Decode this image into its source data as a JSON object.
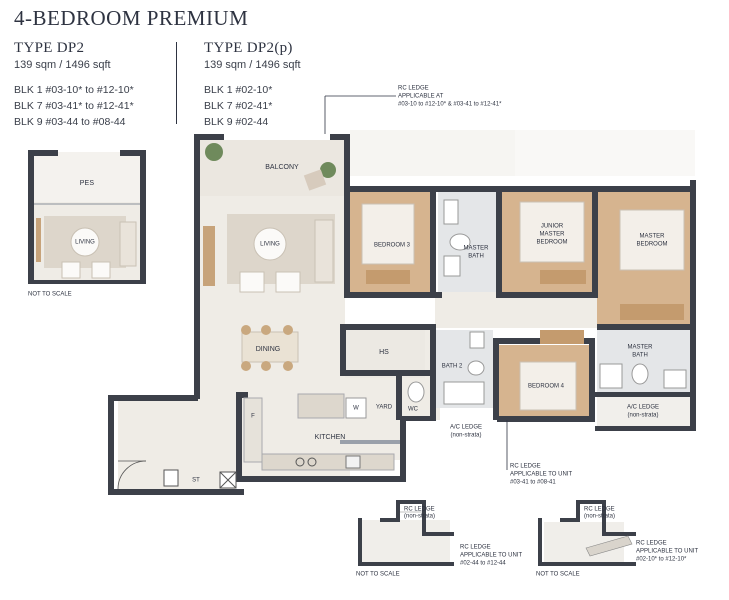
{
  "title": "4-BEDROOM PREMIUM",
  "types": [
    {
      "name": "TYPE DP2",
      "area": "139 sqm / 1496 sqft",
      "blocks": [
        "BLK 1 #03-10* to #12-10*",
        "BLK 7 #03-41* to #12-41*",
        "BLK 9 #03-44 to #08-44"
      ]
    },
    {
      "name": "TYPE DP2(p)",
      "area": "139 sqm / 1496 sqft",
      "blocks": [
        "BLK 1 #02-10*",
        "BLK 7 #02-41*",
        "BLK 9 #02-44"
      ]
    }
  ],
  "inset_pes": {
    "pes_label": "PES",
    "living_label": "LIVING",
    "note": "NOT TO SCALE"
  },
  "rc_ledge_top": {
    "line1": "RC LEDGE",
    "line2": "APPLICABLE AT",
    "line3": "#03-10 to #12-10* & #03-41 to #12-41*"
  },
  "rooms": {
    "balcony": "BALCONY",
    "living": "LIVING",
    "dining": "DINING",
    "kitchen": "KITCHEN",
    "bedroom3": "BEDROOM 3",
    "master_bath_1": "MASTER",
    "master_bath_2": "BATH",
    "junior_1": "JUNIOR",
    "junior_2": "MASTER",
    "junior_3": "BEDROOM",
    "master_bed_1": "MASTER",
    "master_bed_2": "BEDROOM",
    "hs": "HS",
    "bath2": "BATH 2",
    "bedroom4": "BEDROOM 4",
    "master_bath2_1": "MASTER",
    "master_bath2_2": "BATH",
    "yard": "YARD",
    "wc": "WC",
    "ac_ledge_1": "A/C LEDGE",
    "ac_ledge_2": "(non-strata)",
    "ac_ledge_right_1": "A/C LEDGE",
    "ac_ledge_right_2": "(non-strata)",
    "st": "ST",
    "f": "F",
    "w": "W"
  },
  "rc_ledge_unit": {
    "line1": "RC LEDGE",
    "line2": "APPLICABLE TO UNIT",
    "line3": "#03-41 to #08-41"
  },
  "inset_a": {
    "ledge1": "RC LEDGE",
    "ledge2": "(non-strata)",
    "apply1": "RC LEDGE",
    "apply2": "APPLICABLE TO UNIT",
    "apply3": "#02-44 to #12-44",
    "note": "NOT TO SCALE"
  },
  "inset_b": {
    "ledge1": "RC LEDGE",
    "ledge2": "(non-strata)",
    "apply1": "RC LEDGE",
    "apply2": "APPLICABLE TO UNIT",
    "apply3": "#02-10* to #12-10*",
    "note": "NOT TO SCALE"
  },
  "colors": {
    "wall": "#3c4049",
    "wood": "#d6b48f",
    "tile": "#efece6",
    "text": "#2e3341"
  }
}
